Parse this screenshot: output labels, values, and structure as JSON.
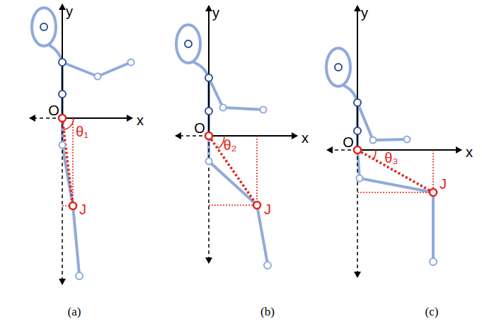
{
  "diagram": {
    "labels": [
      "y",
      "x",
      "O",
      "θ₁",
      "J",
      "(a)",
      "y",
      "x",
      "O",
      "θ₂",
      "J",
      "(b)",
      "y",
      "x",
      "O",
      "θ₃",
      "J",
      "(c)"
    ]
  }
}
